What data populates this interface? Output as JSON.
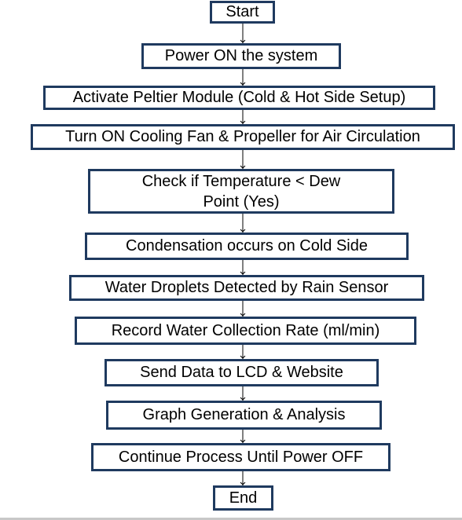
{
  "flowchart": {
    "steps": [
      {
        "id": "start",
        "label": "Start"
      },
      {
        "id": "power-on",
        "label": "Power ON the system"
      },
      {
        "id": "activate-peltier",
        "label": "Activate Peltier Module (Cold & Hot Side Setup)"
      },
      {
        "id": "cooling-fan",
        "label": "Turn ON Cooling Fan & Propeller for Air Circulation"
      },
      {
        "id": "check-temperature",
        "label": "Check if Temperature < Dew Point (Yes)"
      },
      {
        "id": "condensation",
        "label": "Condensation occurs on Cold Side"
      },
      {
        "id": "water-droplets",
        "label": "Water Droplets Detected by Rain Sensor"
      },
      {
        "id": "record-rate",
        "label": "Record Water Collection Rate (ml/min)"
      },
      {
        "id": "send-data",
        "label": "Send Data to LCD & Website"
      },
      {
        "id": "graph-generation",
        "label": "Graph Generation & Analysis"
      },
      {
        "id": "continue-process",
        "label": "Continue Process Until Power OFF"
      },
      {
        "id": "end",
        "label": "End"
      }
    ],
    "colors": {
      "box_border": "#1f3a5f",
      "connector": "#000000"
    }
  }
}
